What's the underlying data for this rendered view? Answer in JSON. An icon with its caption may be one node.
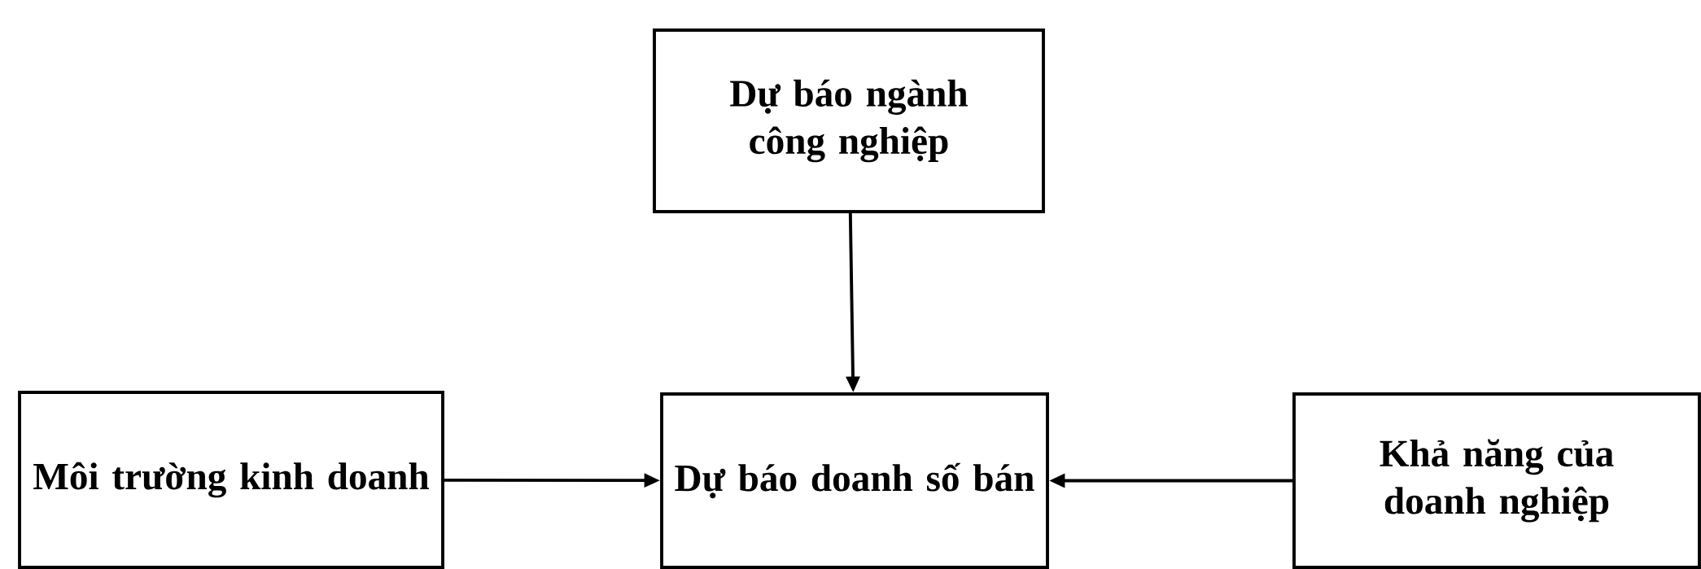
{
  "diagram": {
    "nodes": [
      {
        "text": [
          "Dự báo ngành công nghiệp"
        ]
      },
      {
        "text": [
          "Môi trường kinh doanh"
        ]
      },
      {
        "text": [
          "Dự báo doanh số bán"
        ]
      },
      {
        "text": [
          "Khả năng của doanh nghiệp"
        ]
      }
    ],
    "edges": [
      {
        "from": 0,
        "to": 2,
        "arrow": "to"
      },
      {
        "from": 1,
        "to": 2,
        "arrow": "to"
      },
      {
        "from": 3,
        "to": 2,
        "arrow": "to"
      }
    ]
  }
}
